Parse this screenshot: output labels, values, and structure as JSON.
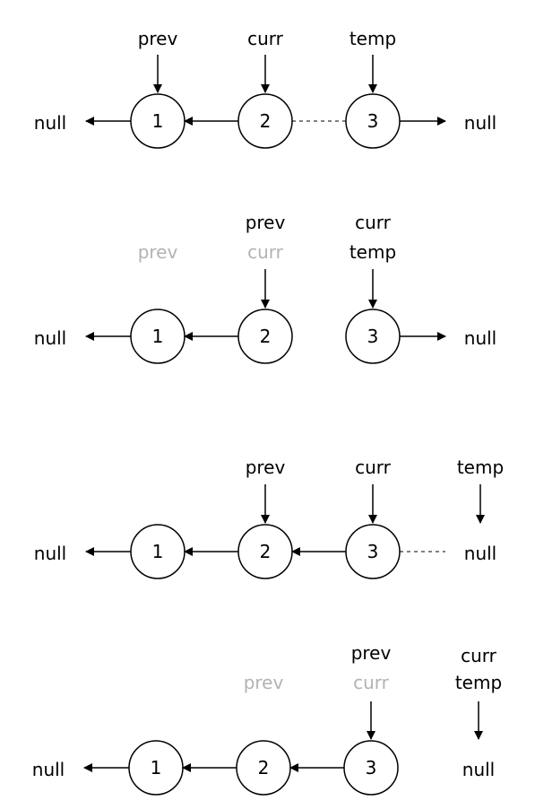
{
  "null_label": "null",
  "nodes": [
    "1",
    "2",
    "3"
  ],
  "pointers": {
    "prev": "prev",
    "curr": "curr",
    "temp": "temp"
  },
  "steps": [
    {
      "top_labels": {
        "prev": "prev",
        "curr": "curr",
        "temp": "temp"
      }
    },
    {
      "faded_labels": {
        "prev": "prev",
        "curr": "curr"
      },
      "top_labels": {
        "prev": "prev",
        "curr": "curr",
        "temp": "temp"
      }
    },
    {
      "top_labels": {
        "prev": "prev",
        "curr": "curr",
        "temp": "temp"
      }
    },
    {
      "faded_labels": {
        "prev": "prev",
        "curr": "curr"
      },
      "top_labels": {
        "prev": "prev",
        "curr": "curr",
        "temp": "temp"
      }
    }
  ]
}
